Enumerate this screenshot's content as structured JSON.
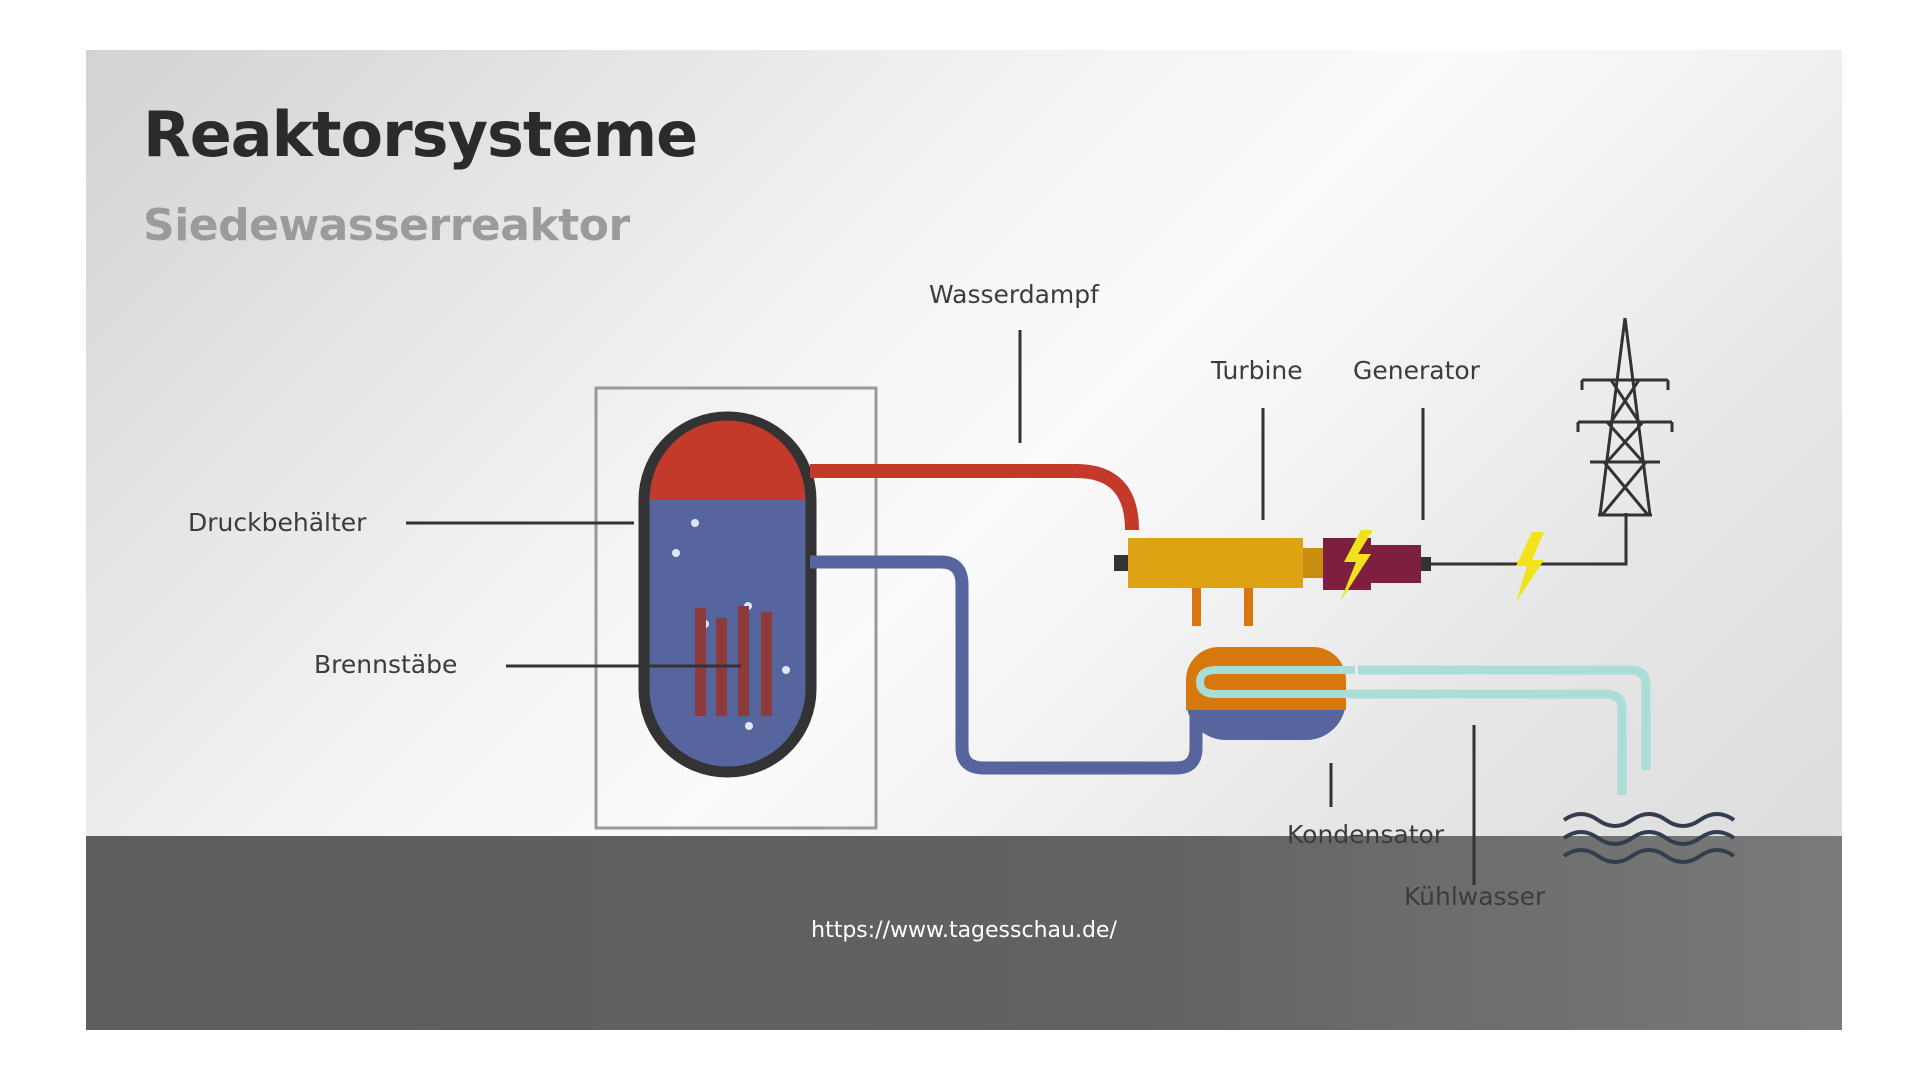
{
  "title": "Reaktorsysteme",
  "subtitle": "Siedewasserreaktor",
  "labels": {
    "steam": "Wasserdampf",
    "turbine": "Turbine",
    "generator": "Generator",
    "pressure_vessel": "Druckbehälter",
    "fuel_rods": "Brennstäbe",
    "condenser": "Kondensator",
    "cooling_water": "Kühlwasser"
  },
  "source_url": "https://www.tagesschau.de/",
  "colors": {
    "steam": "#c43a2a",
    "water": "#56659e",
    "turbine": "#dda312",
    "generator": "#7d1f3e",
    "condenser": "#d7780f",
    "cooling": "#a9ddd5",
    "lightning": "#f2e21a",
    "outline": "#333333"
  }
}
